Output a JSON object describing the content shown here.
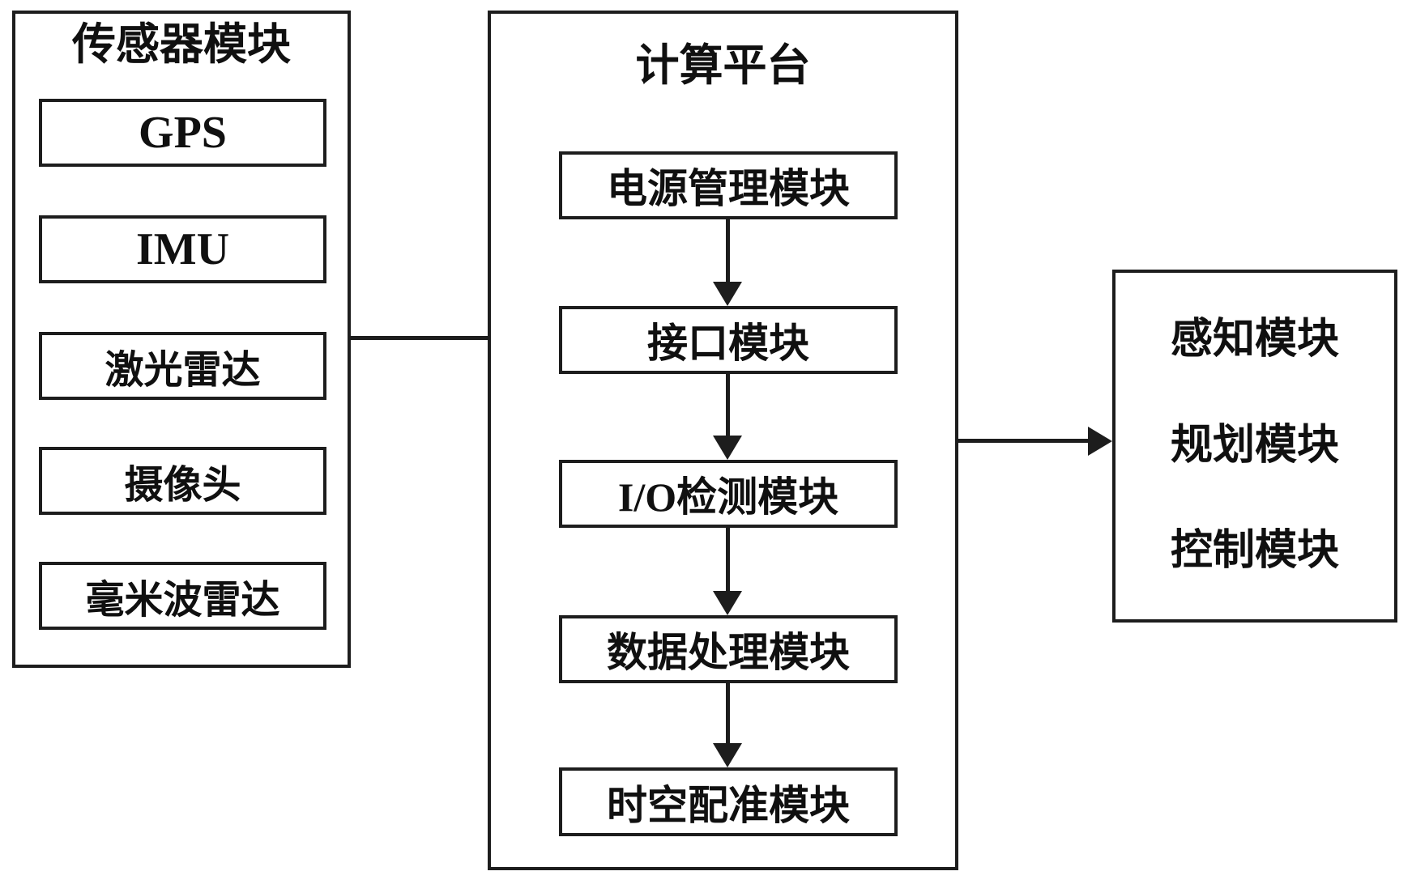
{
  "colors": {
    "background": "#ffffff",
    "line": "#1d1d1d",
    "text": "#101010"
  },
  "sensor_module": {
    "title": "传感器模块",
    "items": [
      {
        "label": "GPS"
      },
      {
        "label": "IMU"
      },
      {
        "label": "激光雷达"
      },
      {
        "label": "摄像头"
      },
      {
        "label": "毫米波雷达"
      }
    ]
  },
  "computing_platform": {
    "title": "计算平台",
    "items": [
      {
        "label": "电源管理模块"
      },
      {
        "label": "接口模块"
      },
      {
        "label": "I/O检测模块"
      },
      {
        "label": "数据处理模块"
      },
      {
        "label": "时空配准模块"
      }
    ]
  },
  "output_modules": {
    "items": [
      {
        "label": "感知模块"
      },
      {
        "label": "规划模块"
      },
      {
        "label": "控制模块"
      }
    ]
  }
}
